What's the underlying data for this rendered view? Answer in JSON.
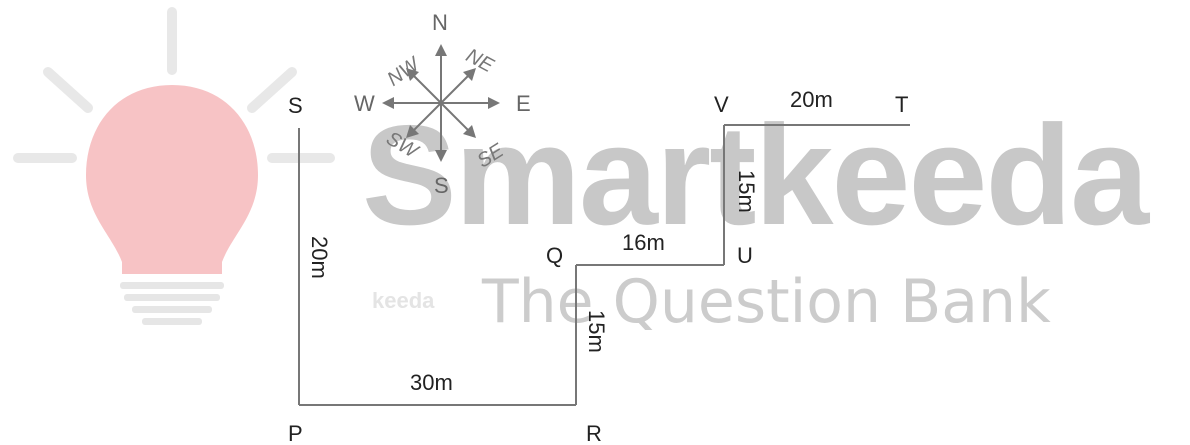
{
  "watermark": {
    "brand": "Smartkeeda",
    "tagline": "The Question Bank",
    "faint_mark": "keeda"
  },
  "compass": {
    "north": "N",
    "south": "S",
    "east": "E",
    "west": "W",
    "northeast": "NE",
    "northwest": "NW",
    "southeast": "SE",
    "southwest": "SW"
  },
  "points": {
    "S": "S",
    "P": "P",
    "R": "R",
    "Q": "Q",
    "U": "U",
    "V": "V",
    "T": "T"
  },
  "distances": {
    "SP": "20m",
    "PR": "30m",
    "RQ": "15m",
    "QU": "16m",
    "UV": "15m",
    "VT": "20m"
  },
  "colors": {
    "bulb_fill": "#f7c3c5",
    "bulb_rays": "#e8e8e8",
    "bulb_base": "#e6e6e6",
    "watermark": "#c8c8c8",
    "lines": "#777777",
    "text": "#222222"
  }
}
